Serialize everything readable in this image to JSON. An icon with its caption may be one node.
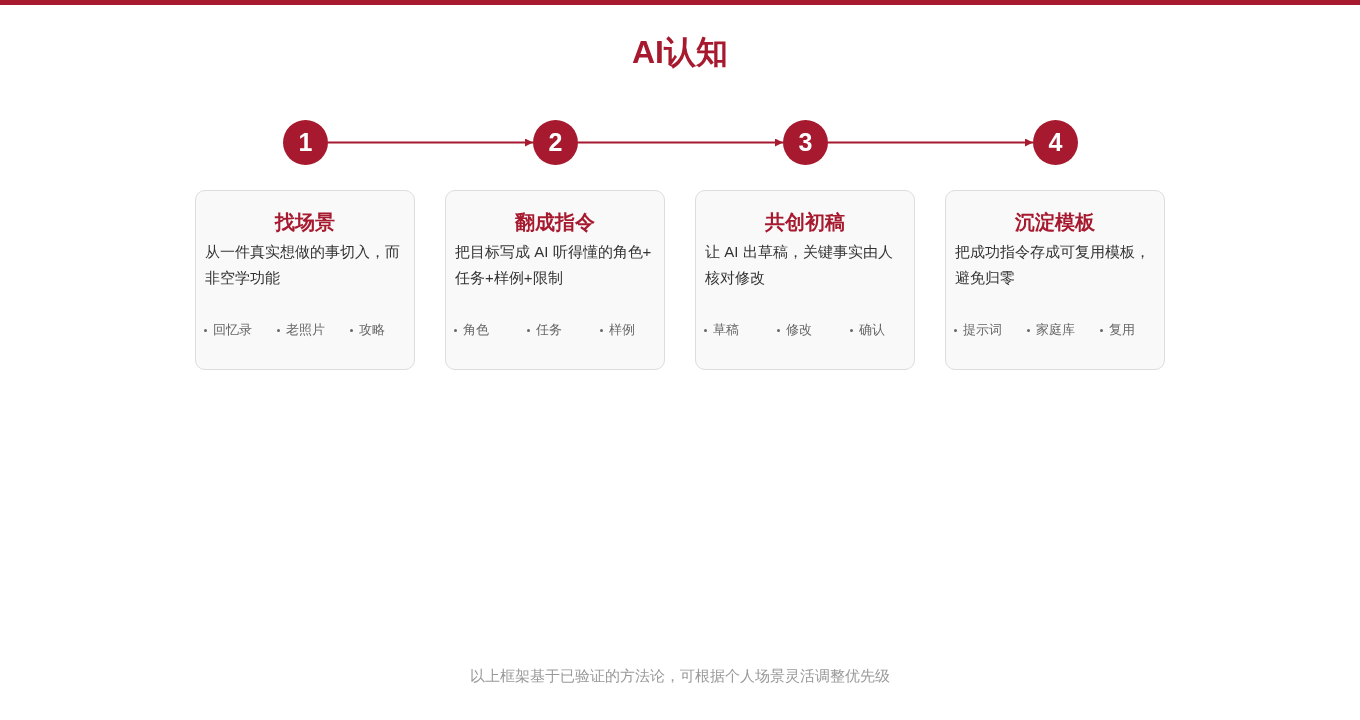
{
  "diagram": {
    "title": "AI认知",
    "caption": "以上框架基于已验证的方法论，可根据个人场景灵活调整优先级",
    "nodes": [
      {
        "text": [
          "1"
        ]
      },
      {
        "text": [
          "2"
        ]
      },
      {
        "text": [
          "3"
        ]
      },
      {
        "text": [
          "4"
        ]
      },
      {
        "text": [
          "找场景",
          "从一件真实想做的事切入，而非空学功能",
          "回忆录",
          "老照片",
          "攻略"
        ]
      },
      {
        "text": [
          "翻成指令",
          "把目标写成 AI 听得懂的角色+任务+样例+限制",
          "角色",
          "任务",
          "样例"
        ]
      },
      {
        "text": [
          "共创初稿",
          "让 AI 出草稿，关键事实由人核对修改",
          "草稿",
          "修改",
          "确认"
        ]
      },
      {
        "text": [
          "沉淀模板",
          "把成功指令存成可复用模板，避免归零",
          "提示词",
          "家庭库",
          "复用"
        ]
      }
    ],
    "edges": [
      {
        "from": 0,
        "to": 1,
        "arrow": "to"
      },
      {
        "from": 1,
        "to": 2,
        "arrow": "to"
      },
      {
        "from": 2,
        "to": 3,
        "arrow": "to"
      }
    ]
  }
}
